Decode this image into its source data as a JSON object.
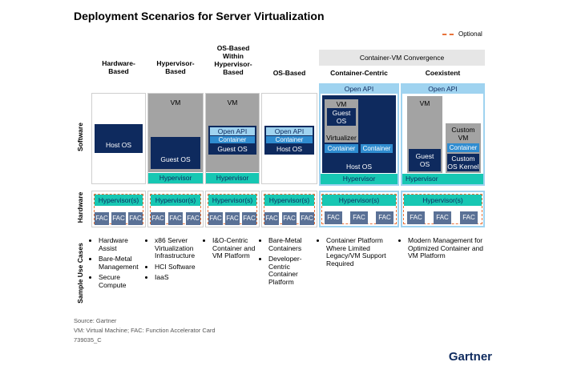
{
  "title": "Deployment Scenarios for Server Virtualization",
  "legend": {
    "optional": "Optional"
  },
  "convergence_label": "Container-VM Convergence",
  "row_labels": {
    "software": "Software",
    "hardware": "Hardware",
    "use_cases": "Sample Use Cases"
  },
  "columns": [
    {
      "heading": "Hardware-\nBased"
    },
    {
      "heading": "Hypervisor-\nBased"
    },
    {
      "heading": "OS-Based\nWithin\nHypervisor-\nBased"
    },
    {
      "heading": "OS-Based"
    },
    {
      "heading": "Container-Centric"
    },
    {
      "heading": "Coexistent"
    }
  ],
  "labels": {
    "host_os": "Host OS",
    "guest_os": "Guest OS",
    "vm": "VM",
    "hypervisor": "Hypervisor",
    "open_api": "Open API",
    "container": "Container",
    "virtualizer": "Virtualizer",
    "guest_os_two_line": "Guest\nOS",
    "custom_vm": "Custom\nVM",
    "custom_os_kernel": "Custom\nOS Kernel",
    "hypervisors": "Hypervisor(s)",
    "fac": "FAC"
  },
  "use_cases": [
    [
      "Hardware Assist",
      "Bare-Metal Management",
      "Secure Compute"
    ],
    [
      "x86 Server Virtualization Infrastructure",
      "HCI Software",
      "IaaS"
    ],
    [
      "I&O-Centric Container and VM Platform"
    ],
    [
      "Bare-Metal Containers",
      "Developer-Centric Container Platform"
    ],
    [
      "Container Platform Where Limited Legacy/VM Support Required"
    ],
    [
      "Modern Management for Optimized Container and VM Platform"
    ]
  ],
  "footer": {
    "source": "Source: Gartner",
    "abbrev": "VM: Virtual Machine; FAC: Function Accelerator Card",
    "id": "739035_C",
    "brand": "Gartner"
  },
  "colors": {
    "dark_navy": "#0e2a5e",
    "teal": "#17c7b3",
    "gray": "#a3a3a3",
    "light_blue": "#9fd3f0",
    "fac": "#5a7196",
    "optional_dash": "#e8733a"
  }
}
